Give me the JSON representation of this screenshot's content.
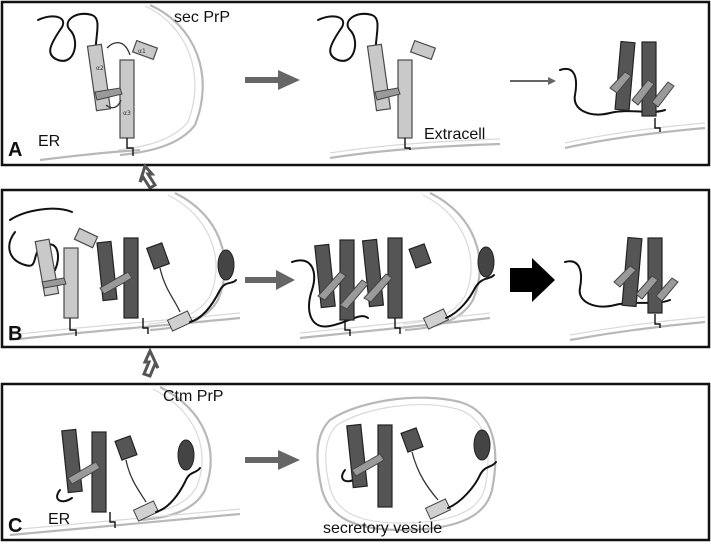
{
  "panels": [
    {
      "letter": "A",
      "labels": {
        "sec": "sec PrP",
        "er": "ER",
        "extra": "Extracell"
      }
    },
    {
      "letter": "B"
    },
    {
      "letter": "C",
      "labels": {
        "ctm": "Ctm PrP",
        "er": "ER",
        "vesicle": "secretory vesicle"
      }
    }
  ],
  "helix_labels": {
    "a1": "α1",
    "a2": "α2",
    "a3": "α3"
  }
}
